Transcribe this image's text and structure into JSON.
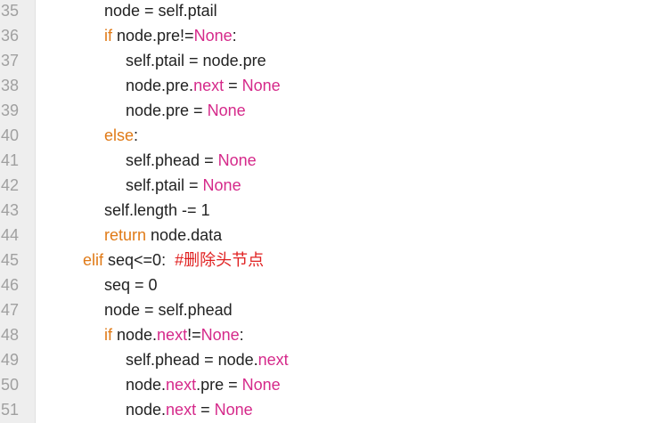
{
  "editor": {
    "lines": [
      {
        "num": "35",
        "indent": 3,
        "tokens": [
          [
            "text",
            "node = self.ptail"
          ]
        ]
      },
      {
        "num": "36",
        "indent": 3,
        "tokens": [
          [
            "kw",
            "if"
          ],
          [
            "text",
            " node.pre!="
          ],
          [
            "const",
            "None"
          ],
          [
            "text",
            ":"
          ]
        ]
      },
      {
        "num": "37",
        "indent": 4,
        "tokens": [
          [
            "text",
            "self.ptail = node.pre"
          ]
        ]
      },
      {
        "num": "38",
        "indent": 4,
        "tokens": [
          [
            "text",
            "node.pre."
          ],
          [
            "const",
            "next"
          ],
          [
            "text",
            " = "
          ],
          [
            "const",
            "None"
          ]
        ]
      },
      {
        "num": "39",
        "indent": 4,
        "tokens": [
          [
            "text",
            "node.pre = "
          ],
          [
            "const",
            "None"
          ]
        ]
      },
      {
        "num": "40",
        "indent": 3,
        "tokens": [
          [
            "kw",
            "else"
          ],
          [
            "text",
            ":"
          ]
        ]
      },
      {
        "num": "41",
        "indent": 4,
        "tokens": [
          [
            "text",
            "self.phead = "
          ],
          [
            "const",
            "None"
          ]
        ]
      },
      {
        "num": "42",
        "indent": 4,
        "tokens": [
          [
            "text",
            "self.ptail = "
          ],
          [
            "const",
            "None"
          ]
        ]
      },
      {
        "num": "43",
        "indent": 3,
        "tokens": [
          [
            "text",
            "self.length -= 1"
          ]
        ]
      },
      {
        "num": "44",
        "indent": 3,
        "tokens": [
          [
            "kw",
            "return"
          ],
          [
            "text",
            " node.data"
          ]
        ]
      },
      {
        "num": "45",
        "indent": 2,
        "tokens": [
          [
            "kw",
            "elif"
          ],
          [
            "text",
            " seq<=0:  "
          ],
          [
            "comment",
            "#删除头节点"
          ]
        ]
      },
      {
        "num": "46",
        "indent": 3,
        "tokens": [
          [
            "text",
            "seq = 0"
          ]
        ]
      },
      {
        "num": "47",
        "indent": 3,
        "tokens": [
          [
            "text",
            "node = self.phead"
          ]
        ]
      },
      {
        "num": "48",
        "indent": 3,
        "tokens": [
          [
            "kw",
            "if"
          ],
          [
            "text",
            " node."
          ],
          [
            "const",
            "next"
          ],
          [
            "text",
            "!="
          ],
          [
            "const",
            "None"
          ],
          [
            "text",
            ":"
          ]
        ]
      },
      {
        "num": "49",
        "indent": 4,
        "tokens": [
          [
            "text",
            "self.phead = node."
          ],
          [
            "const",
            "next"
          ]
        ]
      },
      {
        "num": "50",
        "indent": 4,
        "tokens": [
          [
            "text",
            "node."
          ],
          [
            "const",
            "next"
          ],
          [
            "text",
            ".pre = "
          ],
          [
            "const",
            "None"
          ]
        ]
      },
      {
        "num": "51",
        "indent": 4,
        "tokens": [
          [
            "text",
            "node."
          ],
          [
            "const",
            "next"
          ],
          [
            "text",
            " = "
          ],
          [
            "const",
            "None"
          ]
        ]
      }
    ]
  },
  "colors": {
    "keyword": "#e07a17",
    "constant": "#d5298a",
    "comment": "#e02020",
    "text": "#222222",
    "line_number": "#a0a0a0",
    "gutter": "#eeeeee"
  }
}
